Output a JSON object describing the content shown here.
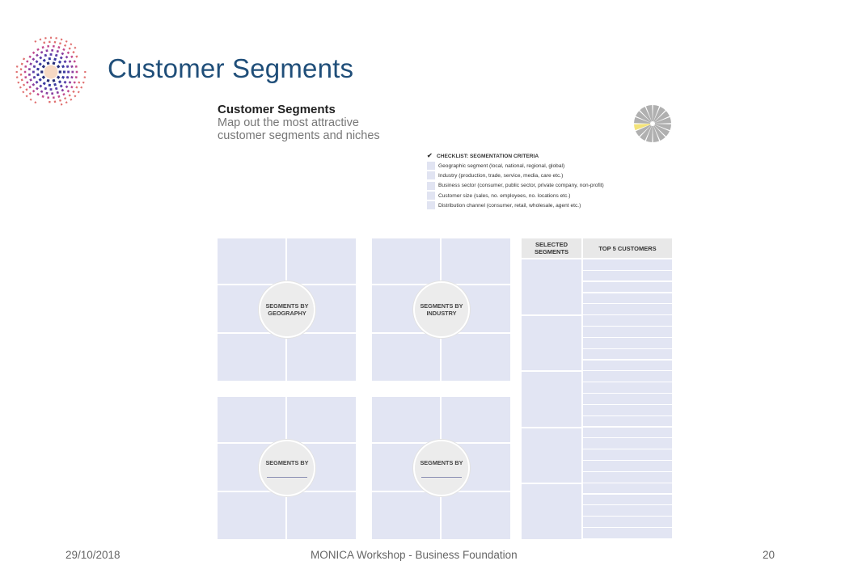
{
  "slide": {
    "title": "Customer Segments"
  },
  "canvas": {
    "title": "Customer Segments",
    "subtitle": "Map out the most attractive customer segments and niches"
  },
  "checklist": {
    "heading": "CHECKLIST: SEGMENTATION CRITERIA",
    "items": [
      "Geographic segment (local, national, regional, global)",
      "Industry (production, trade, service, media, care etc.)",
      "Business sector (consumer, public sector, private company, non-profit)",
      "Customer size (sales, no. employees, no. locations etc.)",
      "Distribution channel (consumer, retail, wholesale, agent etc.)"
    ]
  },
  "quadrants": [
    {
      "label": "SEGMENTS BY GEOGRAPHY",
      "has_blank": false
    },
    {
      "label": "SEGMENTS BY INDUSTRY",
      "has_blank": false
    },
    {
      "label": "SEGMENTS BY",
      "has_blank": true
    },
    {
      "label": "SEGMENTS BY",
      "has_blank": true
    }
  ],
  "table": {
    "col1_header": "SELECTED SEGMENTS",
    "col2_header": "TOP 5 CUSTOMERS",
    "segment_blocks": 5,
    "customer_rows": 25
  },
  "footer": {
    "date": "29/10/2018",
    "center": "MONICA Workshop  - Business Foundation",
    "page": "20"
  },
  "colors": {
    "title": "#1f4e79",
    "cell_fill": "#e2e5f3",
    "wheel_highlight": "#f3e37a",
    "wheel_segment": "#b0b0b0"
  },
  "icons": {
    "logo": "radial-burst-logo",
    "wheel": "segment-wheel-icon",
    "check": "checkmark-icon"
  }
}
